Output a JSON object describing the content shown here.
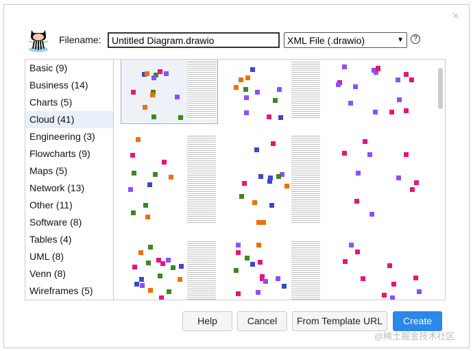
{
  "dialog": {
    "close_label": "×",
    "filename_label": "Filename:",
    "filename_value": "Untitled Diagram.drawio",
    "format_selected": "XML File (.drawio)",
    "help_icon": "?"
  },
  "categories": [
    {
      "label": "Basic (9)"
    },
    {
      "label": "Business (14)"
    },
    {
      "label": "Charts (5)"
    },
    {
      "label": "Cloud (41)",
      "selected": true
    },
    {
      "label": "Engineering (3)"
    },
    {
      "label": "Flowcharts (9)"
    },
    {
      "label": "Maps (5)"
    },
    {
      "label": "Network (13)"
    },
    {
      "label": "Other (11)"
    },
    {
      "label": "Software (8)"
    },
    {
      "label": "Tables (4)"
    },
    {
      "label": "UML (8)"
    },
    {
      "label": "Venn (8)"
    },
    {
      "label": "Wireframes (5)"
    }
  ],
  "buttons": {
    "help": "Help",
    "cancel": "Cancel",
    "from_url": "From Template URL",
    "create": "Create"
  },
  "colors": {
    "accent": "#2a87eb",
    "selected_bg": "#e9eff8",
    "aws_pink": "#e7157b",
    "aws_green": "#3f8624",
    "aws_purple": "#8c4fff",
    "aws_orange": "#ed7100"
  },
  "watermark": "@稀土掘金技术社区"
}
